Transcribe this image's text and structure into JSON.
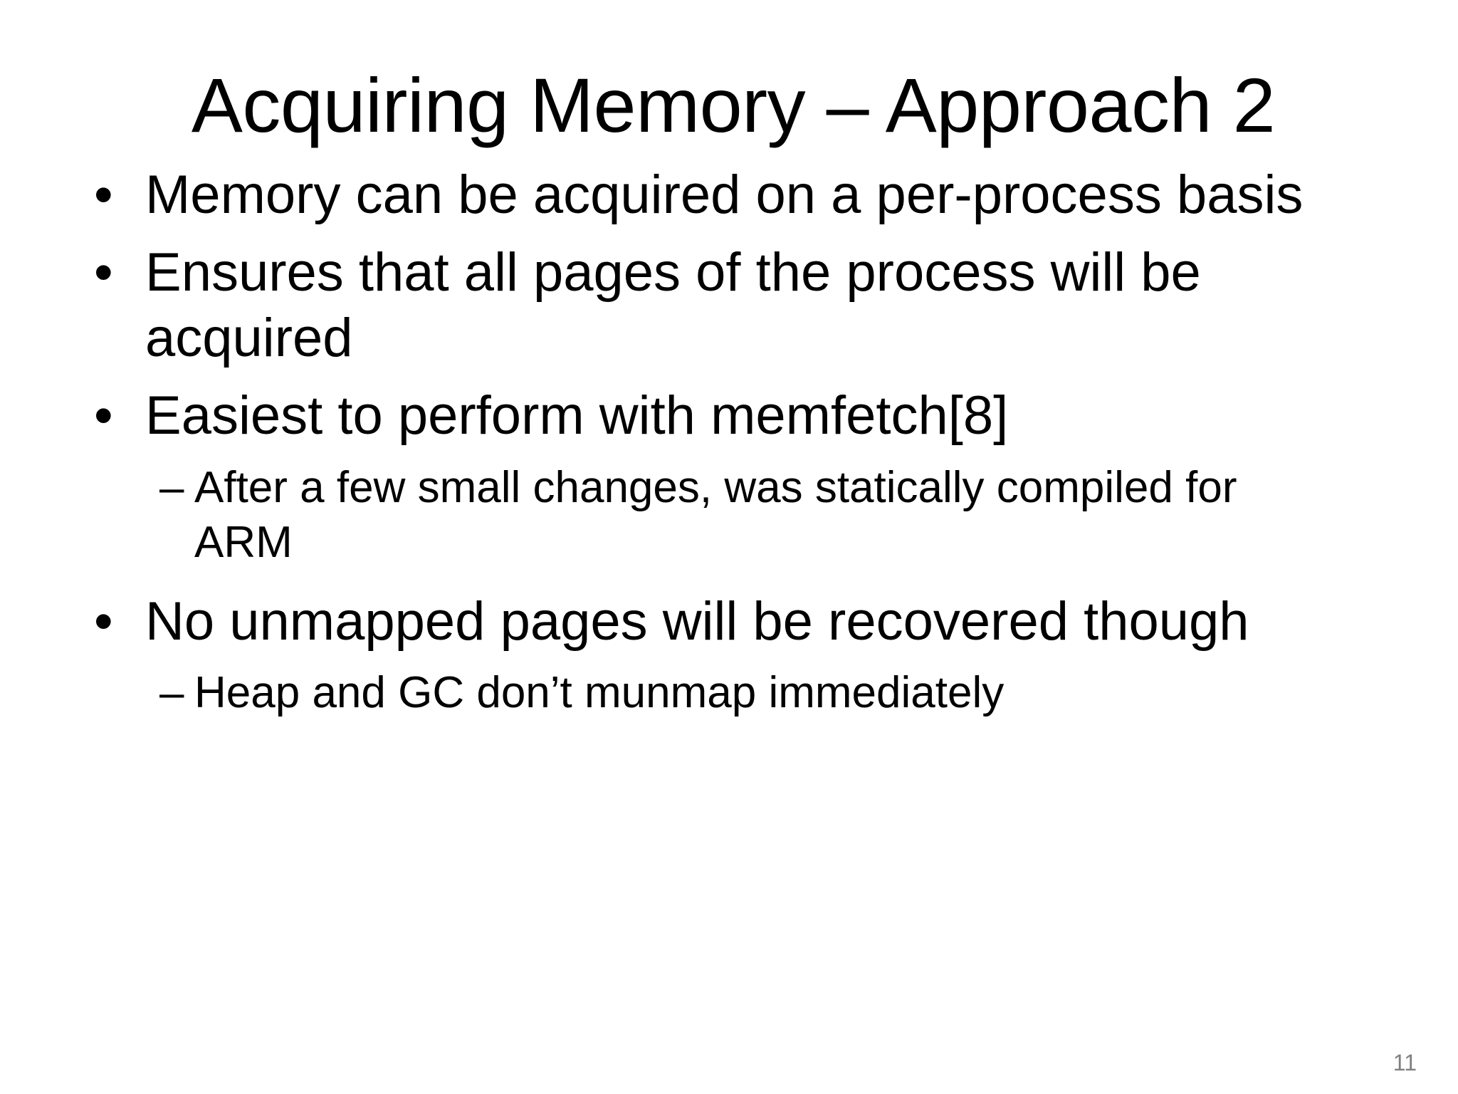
{
  "slide": {
    "title": "Acquiring Memory – Approach 2",
    "page_number": "11",
    "background_color": "#FFFFFF",
    "text_color": "#000000",
    "page_number_color": "#808080",
    "bullet_marker_level1": "•",
    "bullet_marker_level2": "–",
    "content": [
      {
        "level": 1,
        "marker": "•",
        "text": "Memory can be acquired on a per-process basis"
      },
      {
        "level": 1,
        "marker": "•",
        "text": "Ensures that all pages of the process will be acquired"
      },
      {
        "level": 1,
        "marker": "•",
        "text": "Easiest to perform with memfetch[8]"
      },
      {
        "level": 2,
        "marker": "–",
        "text": "After a few small changes, was statically compiled for ARM"
      },
      {
        "level": 1,
        "marker": "•",
        "text": "No unmapped pages will be recovered though"
      },
      {
        "level": 2,
        "marker": "–",
        "text": "Heap and GC don’t munmap immediately"
      }
    ]
  }
}
